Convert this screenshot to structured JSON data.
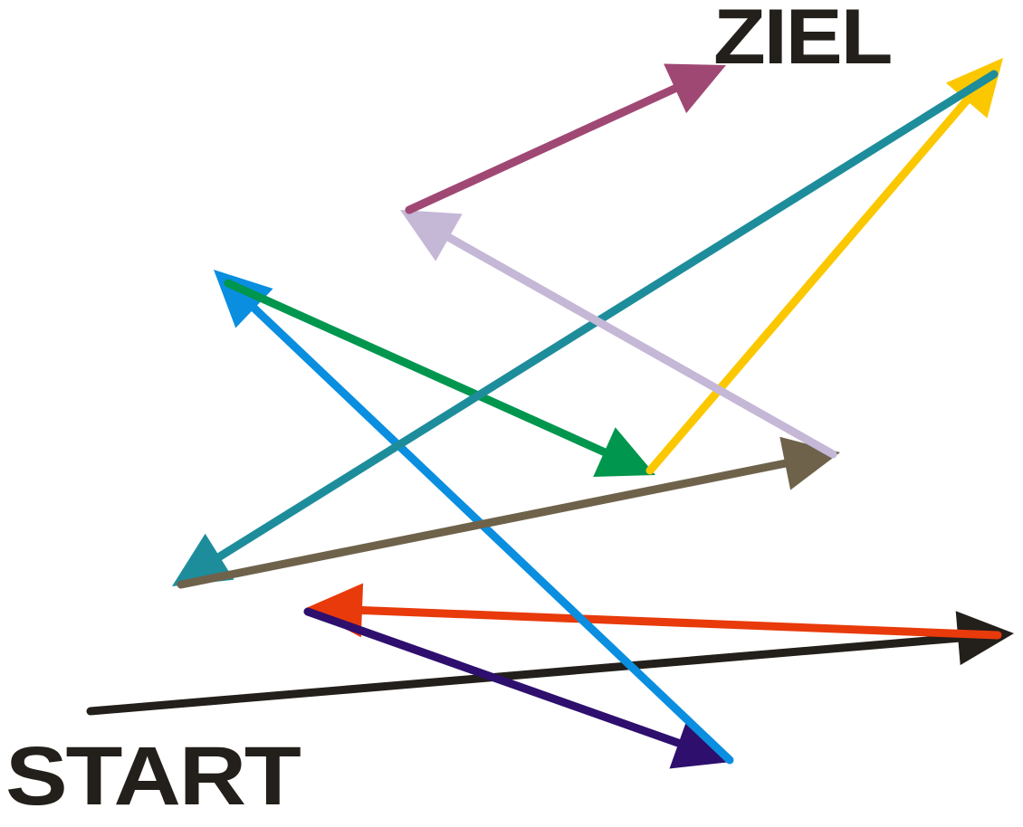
{
  "labels": {
    "start": "START",
    "ziel": "ZIEL"
  },
  "arrows": [
    {
      "name": "arrow-black",
      "color": "#231f1a",
      "from": "start"
    },
    {
      "name": "arrow-orange-red",
      "color": "#e83a0a"
    },
    {
      "name": "arrow-dark-purple",
      "color": "#2e0f6e"
    },
    {
      "name": "arrow-bright-blue",
      "color": "#0a8ee0"
    },
    {
      "name": "arrow-green",
      "color": "#00964e"
    },
    {
      "name": "arrow-yellow",
      "color": "#fbc800"
    },
    {
      "name": "arrow-teal",
      "color": "#1e8d9b"
    },
    {
      "name": "arrow-brown",
      "color": "#6f624b"
    },
    {
      "name": "arrow-lavender",
      "color": "#c5b7d6"
    },
    {
      "name": "arrow-plum",
      "color": "#a04874",
      "to": "ziel"
    }
  ]
}
